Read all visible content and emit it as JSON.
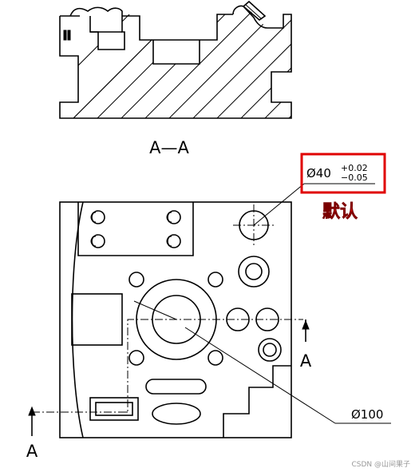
{
  "section_view": {
    "label": "A—A"
  },
  "plan_view": {
    "cut_label_left": "A",
    "cut_label_right": "A"
  },
  "tolerance_callout": {
    "diameter": "Ø40",
    "upper": "+0.02",
    "lower": "−0.05",
    "box_color": "#e00000"
  },
  "annotation": {
    "text": "默认",
    "color": "#e00000"
  },
  "dimension_large": {
    "text": "Ø100"
  },
  "watermark": {
    "text": "CSDN @山间果子"
  }
}
